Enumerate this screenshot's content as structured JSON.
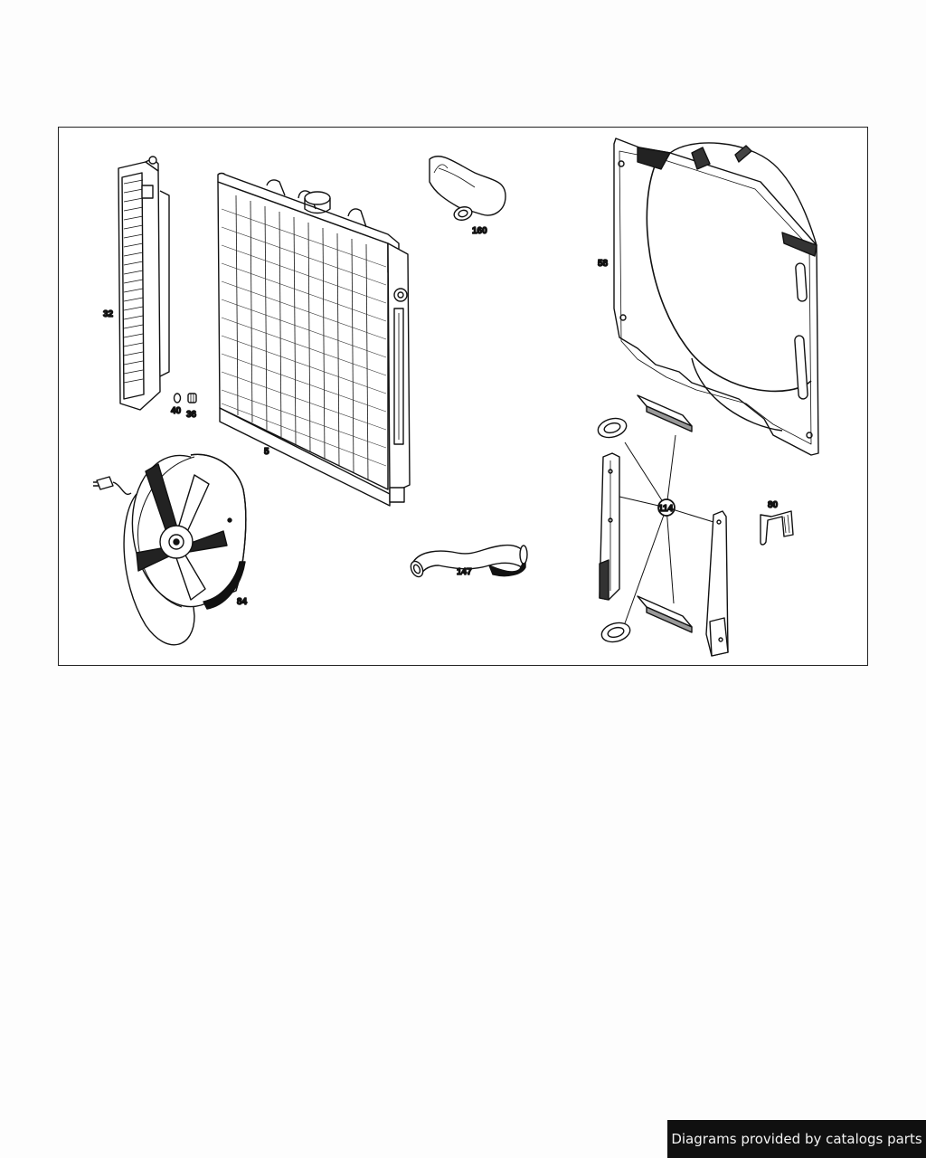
{
  "diagram": {
    "callouts": {
      "oil_cooler": "32",
      "radiator": "5",
      "hose_upper": "160",
      "fan_shroud": "58",
      "washer": "40",
      "plug": "36",
      "electric_fan": "84",
      "hose_lower": "147",
      "mounting_kit": "114",
      "bracket": "80"
    }
  },
  "footer": {
    "credit": "Diagrams provided by catalogs parts"
  }
}
